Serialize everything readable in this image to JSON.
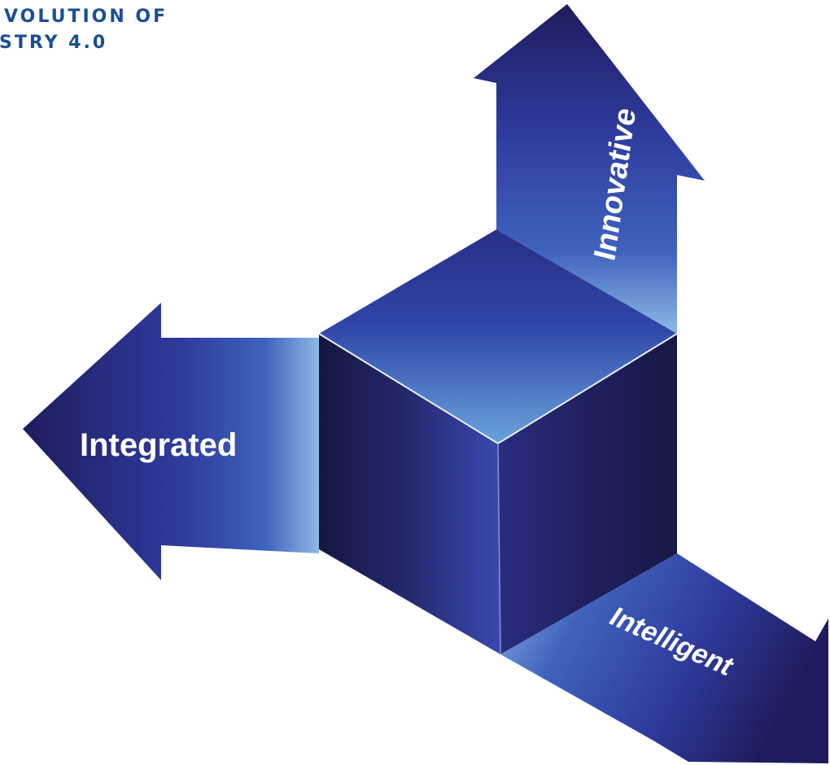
{
  "title": {
    "line1": "VOLUTION OF",
    "line2": "STRY 4.0"
  },
  "labels": {
    "integrated": "Integrated",
    "innovative": "Innovative",
    "intelligent": "Intelligent"
  },
  "colors": {
    "title": "#1a4f93",
    "deep_navy": "#1b1a55",
    "royal_blue": "#2e3a9e",
    "light_blue": "#6fa6dd",
    "label": "#ffffff"
  }
}
